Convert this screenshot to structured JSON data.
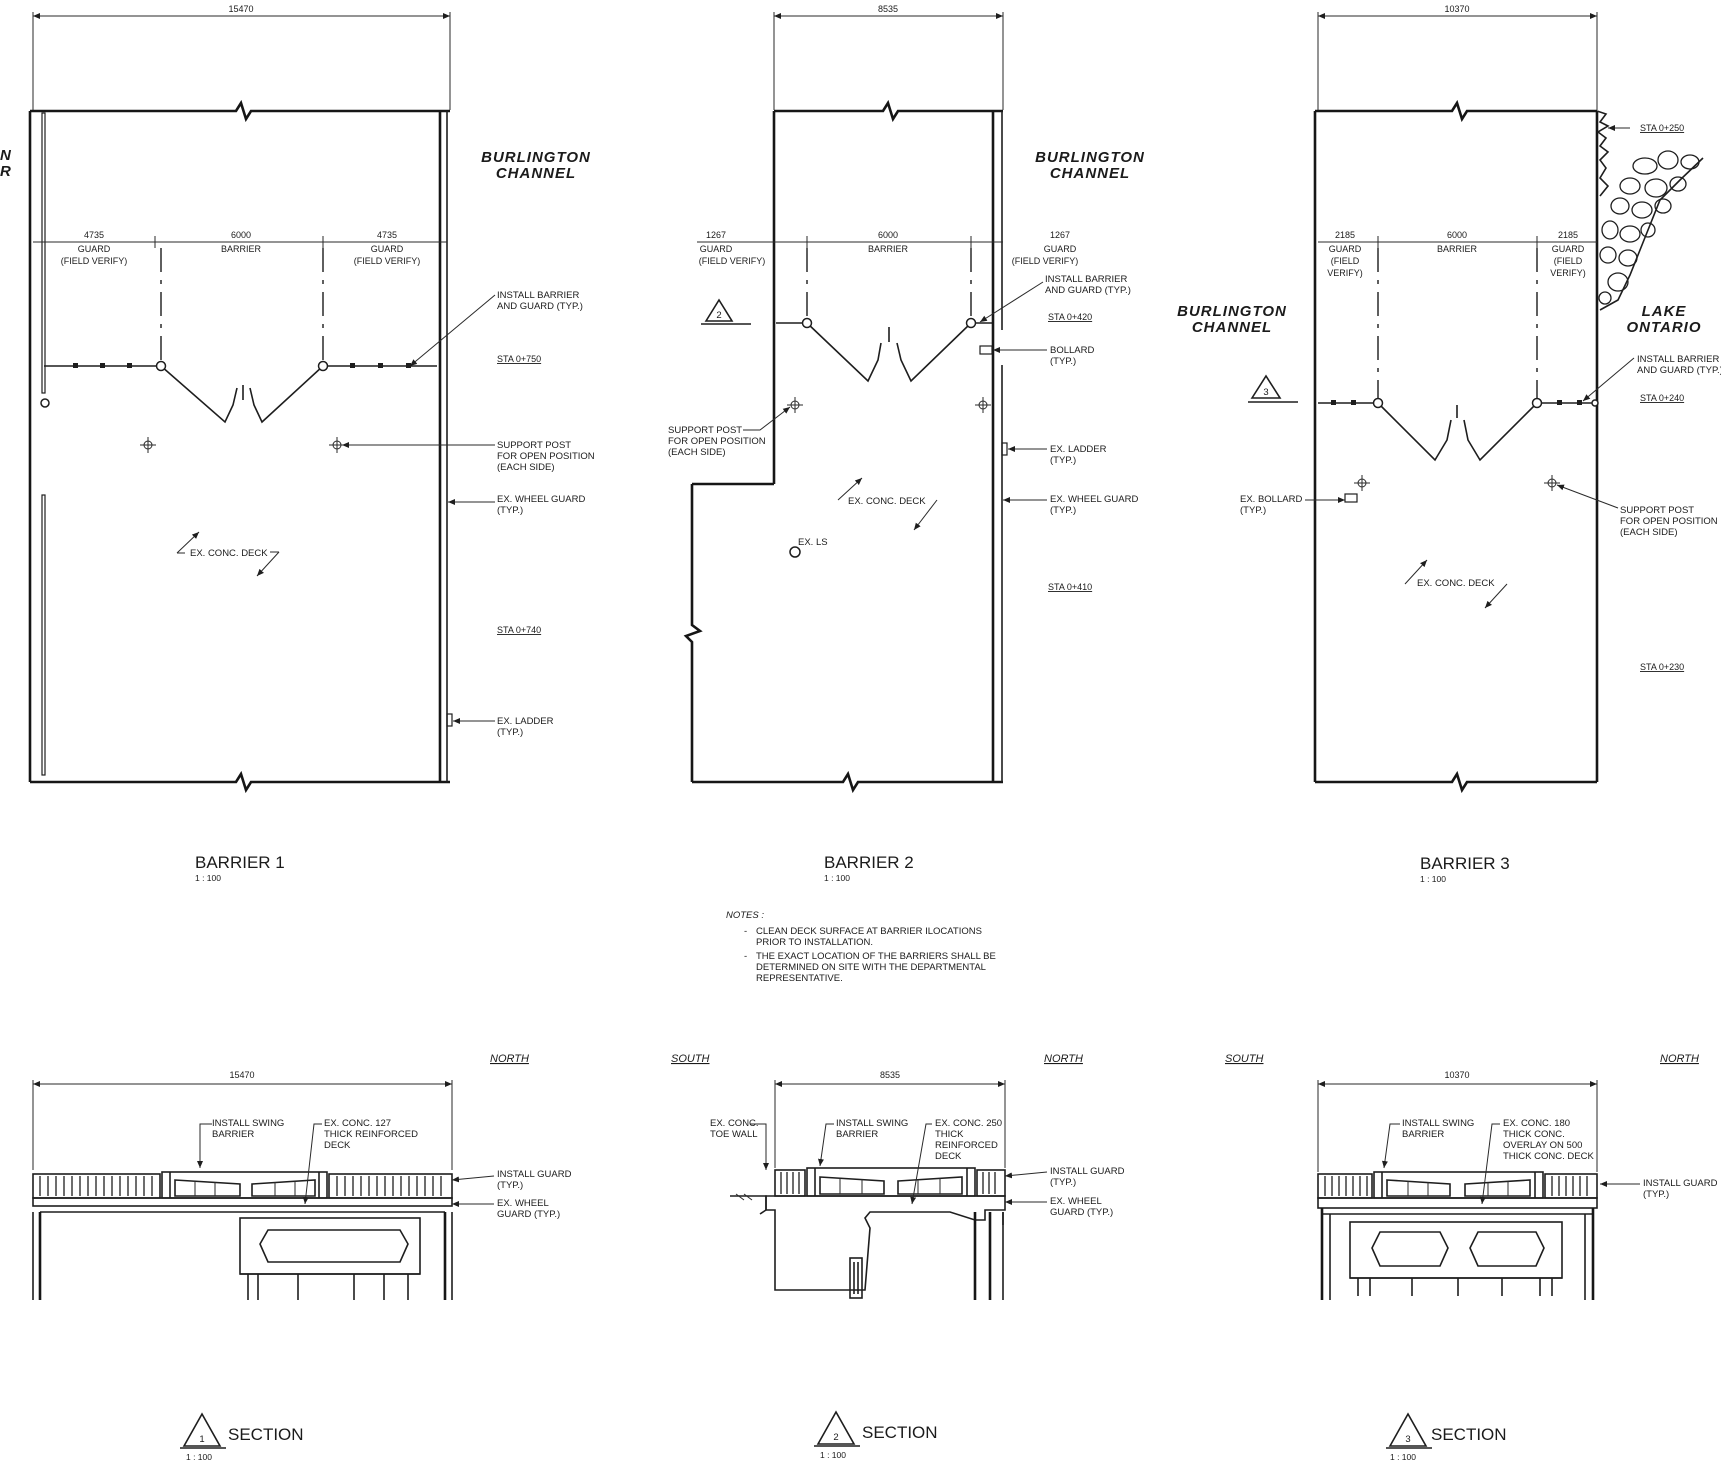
{
  "plan_views": [
    {
      "title": "BARRIER 1",
      "scale": "1 : 100",
      "overall_dim": "15470",
      "water_label": [
        "BURLINGTON",
        "CHANNEL"
      ],
      "left_dim": [
        "4735",
        "GUARD",
        "(FIELD VERIFY)"
      ],
      "mid_dim": [
        "6000",
        "BARRIER"
      ],
      "right_dim": [
        "4735",
        "GUARD",
        "(FIELD VERIFY)"
      ],
      "callouts": {
        "install": [
          "INSTALL BARRIER",
          "AND GUARD (TYP.)"
        ],
        "sta_top": "STA 0+750",
        "support": [
          "SUPPORT POST",
          "FOR OPEN POSITION",
          "(EACH SIDE)"
        ],
        "wheel": [
          "EX. WHEEL GUARD",
          "(TYP.)"
        ],
        "deck": "EX. CONC. DECK",
        "sta_bottom": "STA 0+740",
        "ladder": [
          "EX. LADDER",
          "(TYP.)"
        ]
      }
    },
    {
      "title": "BARRIER 2",
      "scale": "1 : 100",
      "overall_dim": "8535",
      "water_label": [
        "BURLINGTON",
        "CHANNEL"
      ],
      "left_dim": [
        "1267",
        "GUARD",
        "(FIELD VERIFY)"
      ],
      "mid_dim": [
        "6000",
        "BARRIER"
      ],
      "right_dim": [
        "1267",
        "GUARD",
        "(FIELD VERIFY)"
      ],
      "marker": "2",
      "callouts": {
        "install": [
          "INSTALL BARRIER",
          "AND GUARD (TYP.)"
        ],
        "sta_top": "STA 0+420",
        "bollard": [
          "BOLLARD",
          "(TYP.)"
        ],
        "support": [
          "SUPPORT POST",
          "FOR OPEN POSITION",
          "(EACH SIDE)"
        ],
        "ladder": [
          "EX. LADDER",
          "(TYP.)"
        ],
        "deck": "EX. CONC. DECK",
        "wheel": [
          "EX. WHEEL GUARD",
          "(TYP.)"
        ],
        "ls": "EX. LS",
        "sta_bottom": "STA 0+410"
      }
    },
    {
      "title": "BARRIER 3",
      "scale": "1 : 100",
      "overall_dim": "10370",
      "water_label": [
        "BURLINGTON",
        "CHANNEL"
      ],
      "lake_label": [
        "LAKE",
        "ONTARIO"
      ],
      "left_dim": [
        "2185",
        "GUARD",
        "(FIELD",
        "VERIFY)"
      ],
      "mid_dim": [
        "6000",
        "BARRIER"
      ],
      "right_dim": [
        "2185",
        "GUARD",
        "(FIELD",
        "VERIFY)"
      ],
      "marker": "3",
      "callouts": {
        "sta_top": "STA 0+250",
        "install": [
          "INSTALL BARRIER",
          "AND GUARD (TYP.)"
        ],
        "sta_mid": "STA 0+240",
        "bollard": [
          "EX. BOLLARD",
          "(TYP.)"
        ],
        "support": [
          "SUPPORT POST",
          "FOR OPEN POSITION",
          "(EACH SIDE)"
        ],
        "deck": "EX. CONC. DECK",
        "sta_bottom": "STA 0+230"
      }
    }
  ],
  "notes": {
    "heading": "NOTES :",
    "items": [
      [
        "CLEAN DECK SURFACE AT BARRIER ILOCATIONS",
        "PRIOR TO INSTALLATION."
      ],
      [
        "THE EXACT LOCATION OF THE BARRIERS SHALL BE",
        "DETERMINED ON SITE WITH THE DEPARTMENTAL",
        "REPRESENTATIVE."
      ]
    ]
  },
  "sections": [
    {
      "title": "SECTION",
      "marker": "1",
      "scale": "1 : 100",
      "overall_dim": "15470",
      "north": "NORTH",
      "labels": {
        "swing": [
          "INSTALL SWING",
          "BARRIER"
        ],
        "deck": [
          "EX. CONC. 127",
          "THICK REINFORCED",
          "DECK"
        ],
        "guard": [
          "INSTALL GUARD",
          "(TYP.)"
        ],
        "wheel": [
          "EX. WHEEL",
          "GUARD (TYP.)"
        ]
      }
    },
    {
      "title": "SECTION",
      "marker": "2",
      "scale": "1 : 100",
      "overall_dim": "8535",
      "south": "SOUTH",
      "north": "NORTH",
      "labels": {
        "toe": [
          "EX. CONC.",
          "TOE WALL"
        ],
        "swing": [
          "INSTALL SWING",
          "BARRIER"
        ],
        "deck": [
          "EX. CONC. 250",
          "THICK",
          "REINFORCED",
          "DECK"
        ],
        "guard": [
          "INSTALL GUARD",
          "(TYP.)"
        ],
        "wheel": [
          "EX. WHEEL",
          "GUARD (TYP.)"
        ]
      }
    },
    {
      "title": "SECTION",
      "marker": "3",
      "scale": "1 : 100",
      "overall_dim": "10370",
      "south": "SOUTH",
      "north": "NORTH",
      "labels": {
        "swing": [
          "INSTALL SWING",
          "BARRIER"
        ],
        "deck": [
          "EX. CONC. 180",
          "THICK CONC.",
          "OVERLAY ON 500",
          "THICK CONC. DECK"
        ],
        "guard": [
          "INSTALL GUARD",
          "(TYP.)"
        ]
      }
    }
  ],
  "edge_fragment": [
    "N",
    "R"
  ]
}
